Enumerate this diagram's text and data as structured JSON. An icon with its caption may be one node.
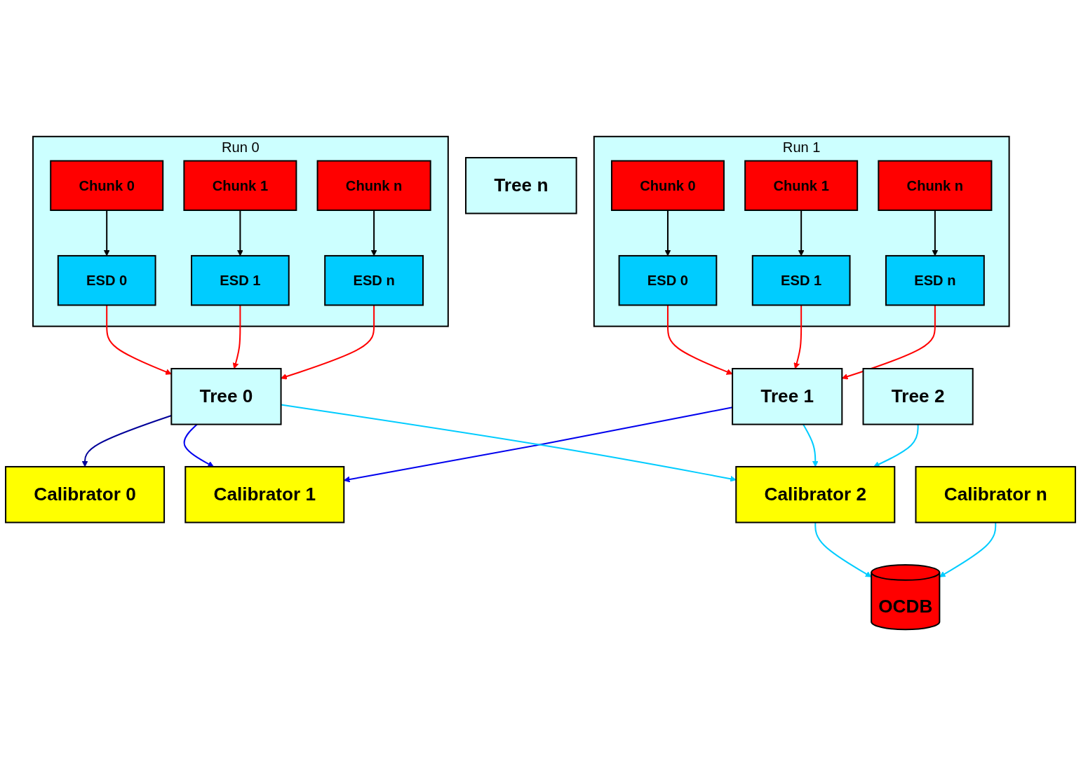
{
  "diagram": {
    "nodes": [
      {
        "text": [
          "Run 0"
        ]
      },
      {
        "text": [
          "Chunk 0"
        ],
        "in": 0
      },
      {
        "text": [
          "Chunk 1"
        ],
        "in": 0
      },
      {
        "text": [
          "Chunk n"
        ],
        "in": 0
      },
      {
        "text": [
          "ESD 0"
        ],
        "in": 0
      },
      {
        "text": [
          "ESD 1"
        ],
        "in": 0
      },
      {
        "text": [
          "ESD n"
        ],
        "in": 0
      },
      {
        "text": [
          "Run 1"
        ]
      },
      {
        "text": [
          "Chunk 0"
        ],
        "in": 7
      },
      {
        "text": [
          "Chunk 1"
        ],
        "in": 7
      },
      {
        "text": [
          "Chunk n"
        ],
        "in": 7
      },
      {
        "text": [
          "ESD 0"
        ],
        "in": 7
      },
      {
        "text": [
          "ESD 1"
        ],
        "in": 7
      },
      {
        "text": [
          "ESD n"
        ],
        "in": 7
      },
      {
        "text": [
          "Tree 0"
        ]
      },
      {
        "text": [
          "Tree 1"
        ]
      },
      {
        "text": [
          "Tree 2"
        ]
      },
      {
        "text": [
          "Tree n"
        ]
      },
      {
        "text": [
          "Calibrator 0"
        ]
      },
      {
        "text": [
          "Calibrator 1"
        ]
      },
      {
        "text": [
          "Calibrator 2"
        ]
      },
      {
        "text": [
          "Calibrator n"
        ]
      },
      {
        "text": [
          "OCDB"
        ]
      }
    ],
    "edges": [
      {
        "from": 1,
        "to": 4,
        "arrow": "to"
      },
      {
        "from": 2,
        "to": 5,
        "arrow": "to"
      },
      {
        "from": 3,
        "to": 6,
        "arrow": "to"
      },
      {
        "from": 8,
        "to": 11,
        "arrow": "to"
      },
      {
        "from": 9,
        "to": 12,
        "arrow": "to"
      },
      {
        "from": 10,
        "to": 13,
        "arrow": "to"
      },
      {
        "from": 4,
        "to": 14,
        "arrow": "to",
        "color": "#ff0000"
      },
      {
        "from": 5,
        "to": 14,
        "arrow": "to",
        "color": "#ff0000"
      },
      {
        "from": 6,
        "to": 14,
        "arrow": "to",
        "color": "#ff0000"
      },
      {
        "from": 11,
        "to": 15,
        "arrow": "to",
        "color": "#ff0000"
      },
      {
        "from": 12,
        "to": 15,
        "arrow": "to",
        "color": "#ff0000"
      },
      {
        "from": 13,
        "to": 15,
        "arrow": "to",
        "color": "#ff0000"
      },
      {
        "from": 14,
        "to": 18,
        "arrow": "to",
        "color": "#000099"
      },
      {
        "from": 14,
        "to": 19,
        "arrow": "to",
        "color": "#0000ee"
      },
      {
        "from": 15,
        "to": 19,
        "arrow": "to",
        "color": "#0000ee"
      },
      {
        "from": 14,
        "to": 20,
        "arrow": "to",
        "color": "#00ccff"
      },
      {
        "from": 15,
        "to": 20,
        "arrow": "to",
        "color": "#00ccff"
      },
      {
        "from": 16,
        "to": 20,
        "arrow": "to",
        "color": "#00ccff"
      },
      {
        "from": 20,
        "to": 22,
        "arrow": "to",
        "color": "#00ccff"
      },
      {
        "from": 21,
        "to": 22,
        "arrow": "to",
        "color": "#00ccff"
      }
    ]
  }
}
